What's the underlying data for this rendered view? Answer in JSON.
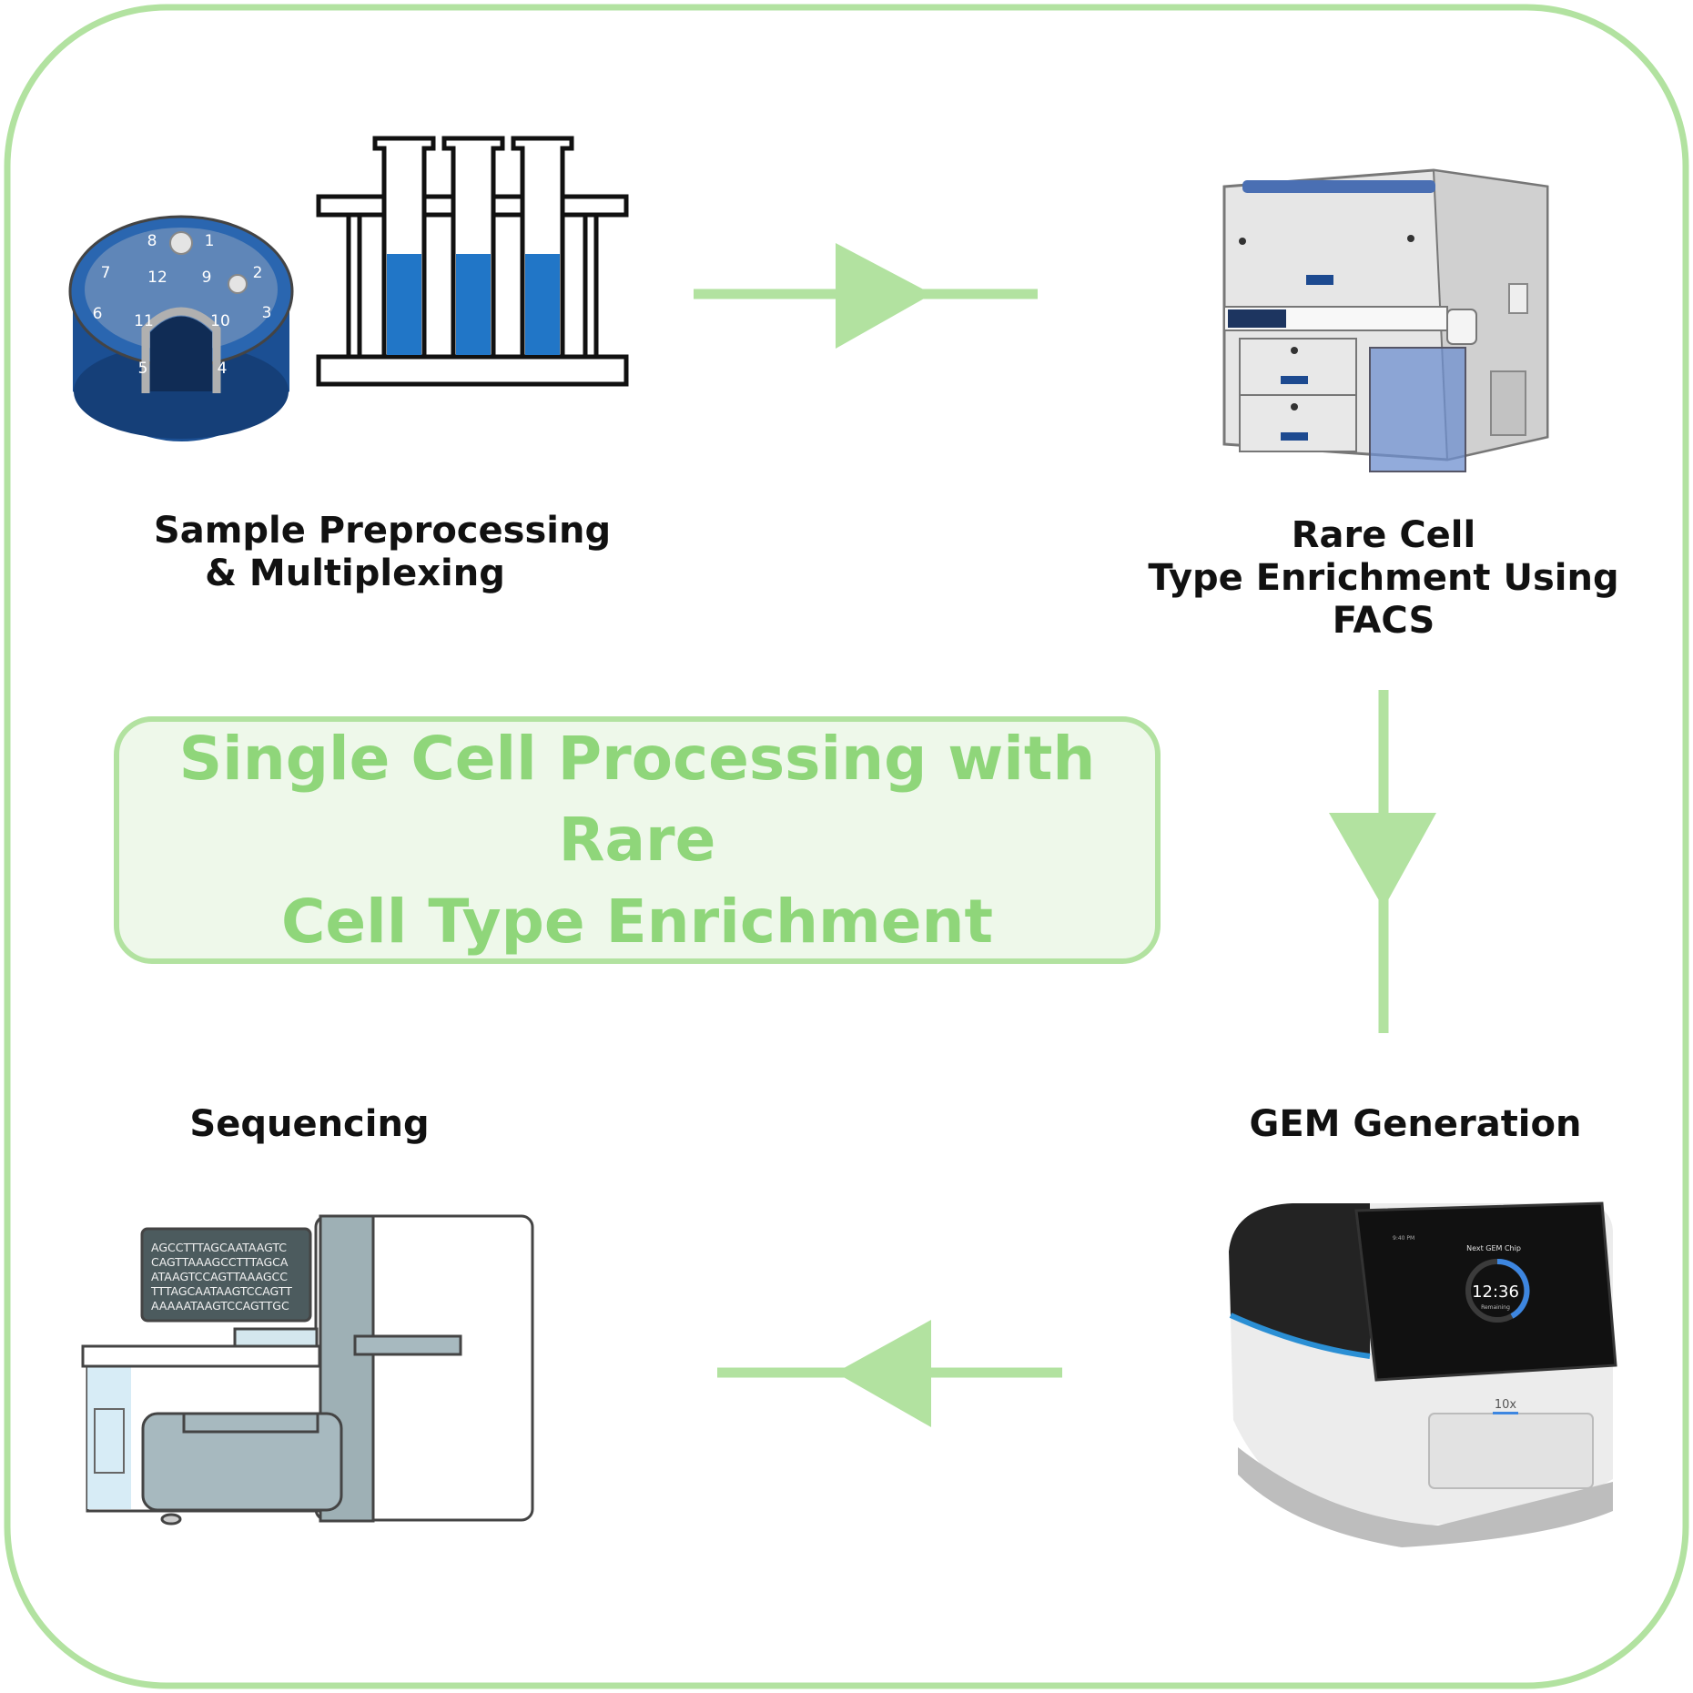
{
  "diagram": {
    "title_lines": [
      "Single Cell Processing with Rare",
      "Cell Type Enrichment"
    ],
    "steps": [
      {
        "id": "sample",
        "label_lines": [
          "Sample Preprocessing",
          "& Multiplexing"
        ],
        "icon": "centrifuge-rotor-and-test-tubes"
      },
      {
        "id": "facs",
        "label_lines": [
          "Rare Cell",
          "Type Enrichment Using",
          "FACS"
        ],
        "icon": "cell-sorter-instrument"
      },
      {
        "id": "gem",
        "label_lines": [
          "GEM Generation"
        ],
        "icon": "chromium-controller-instrument"
      },
      {
        "id": "seq",
        "label_lines": [
          "Sequencing"
        ],
        "icon": "sequencer-instrument"
      }
    ],
    "rotor_numbers": [
      "1",
      "2",
      "3",
      "4",
      "5",
      "6",
      "7",
      "8",
      "9",
      "10",
      "11",
      "12"
    ],
    "sequence_lines": [
      "AGCCTTTAGCAATAAGTC",
      "CAGTTAAAGCCTTTAGCA",
      "ATAAGTCCAGTTAAAGCC",
      "TTTAGCAATAAGTCCAGTT",
      "AAAAATAAGTCCAGTTGC"
    ],
    "gem_screen": {
      "title": "Next GEM Chip",
      "time": "12:36",
      "status": "Remaining",
      "clock": "9:40 PM",
      "brand": "10x"
    },
    "colors": {
      "border": "#b2e2a0",
      "arrow": "#b2e2a0",
      "title_text": "#8fd67a",
      "title_fill": "#eef8ea",
      "liquid": "#2176c7",
      "rotor": "#1f5fa8"
    }
  }
}
